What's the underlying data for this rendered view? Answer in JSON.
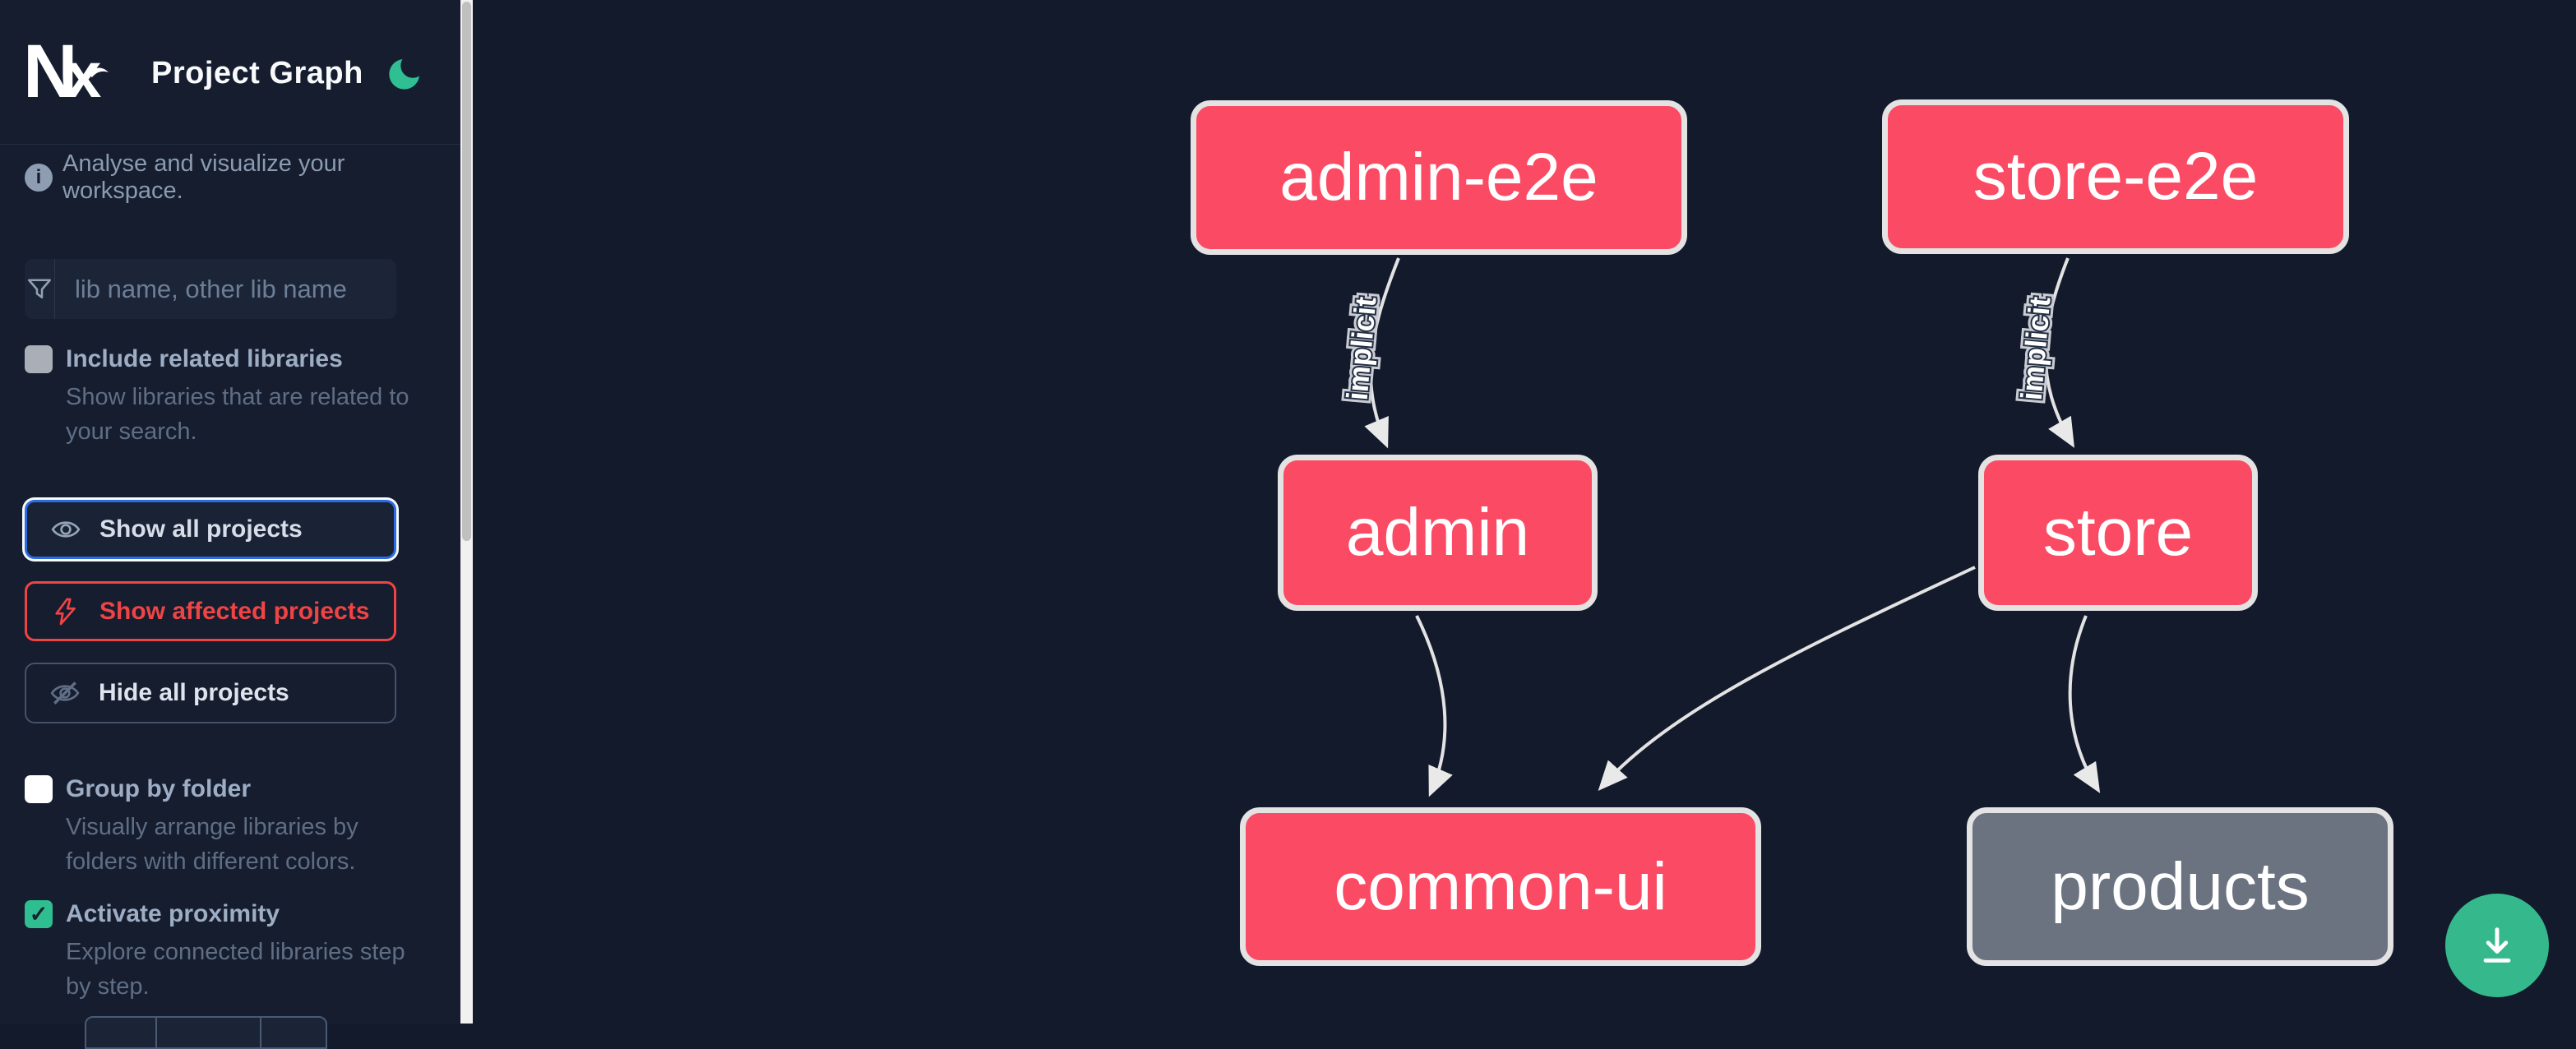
{
  "header": {
    "logo": "Nx",
    "title": "Project Graph"
  },
  "sidebar": {
    "tagline": "Analyse and visualize your workspace.",
    "filter_placeholder": "lib name, other lib name",
    "include_related": {
      "label": "Include related libraries",
      "description_line1": "Show libraries that are related to",
      "description_line2": "your search.",
      "checked": false
    },
    "actions": {
      "show_all": "Show all projects",
      "show_affected": "Show affected projects",
      "hide_all": "Hide all projects"
    },
    "group_by_folder": {
      "label": "Group by folder",
      "description_line1": "Visually arrange libraries by",
      "description_line2": "folders with different colors.",
      "checked": false
    },
    "activate_proximity": {
      "label": "Activate proximity",
      "description_line1": "Explore connected libraries step",
      "description_line2": "by step.",
      "checked": true
    }
  },
  "graph": {
    "nodes": [
      {
        "id": "admin-e2e",
        "label": "admin-e2e",
        "color": "pink"
      },
      {
        "id": "store-e2e",
        "label": "store-e2e",
        "color": "pink"
      },
      {
        "id": "admin",
        "label": "admin",
        "color": "pink"
      },
      {
        "id": "store",
        "label": "store",
        "color": "pink"
      },
      {
        "id": "common-ui",
        "label": "common-ui",
        "color": "pink"
      },
      {
        "id": "products",
        "label": "products",
        "color": "gray"
      }
    ],
    "edges": [
      {
        "from": "admin-e2e",
        "to": "admin",
        "label": "implicit"
      },
      {
        "from": "store-e2e",
        "to": "store",
        "label": "implicit"
      },
      {
        "from": "admin",
        "to": "common-ui",
        "label": ""
      },
      {
        "from": "store",
        "to": "common-ui",
        "label": ""
      },
      {
        "from": "store",
        "to": "products",
        "label": ""
      }
    ]
  },
  "colors": {
    "node_pink": "#fb4b64",
    "node_gray": "#6b7280",
    "accent_green": "#2ebe90",
    "focus_blue": "#2b6be3",
    "danger_red": "#ef4444",
    "edge": "#e3e3e3"
  }
}
